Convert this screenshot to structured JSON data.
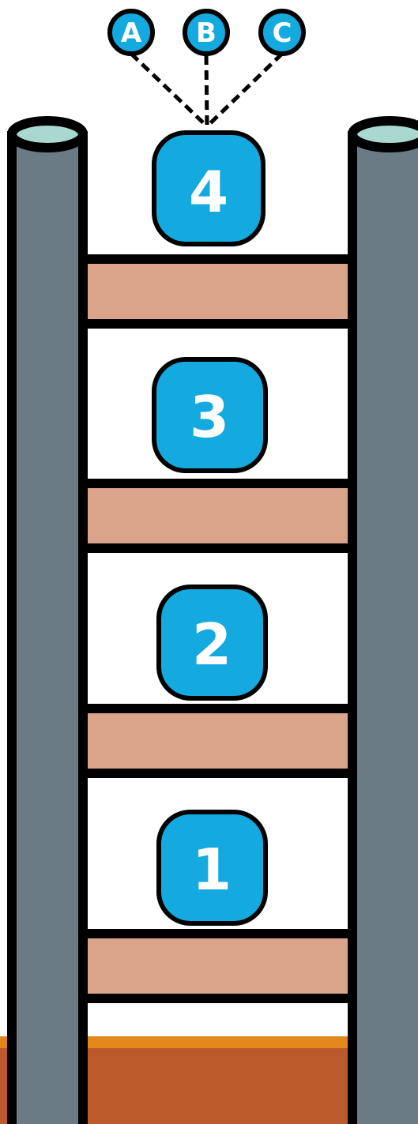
{
  "options": [
    {
      "label": "A"
    },
    {
      "label": "B"
    },
    {
      "label": "C"
    }
  ],
  "steps": [
    {
      "label": "4"
    },
    {
      "label": "3"
    },
    {
      "label": "2"
    },
    {
      "label": "1"
    }
  ],
  "colors": {
    "badge_fill": "#14aadf",
    "outline": "#000000",
    "rail": "#6a7b85",
    "rail_top": "#a8d8cf",
    "rung": "#d9a48a",
    "ground_top": "#e3861c",
    "ground": "#bd5a2c",
    "background": "#ffffff"
  }
}
